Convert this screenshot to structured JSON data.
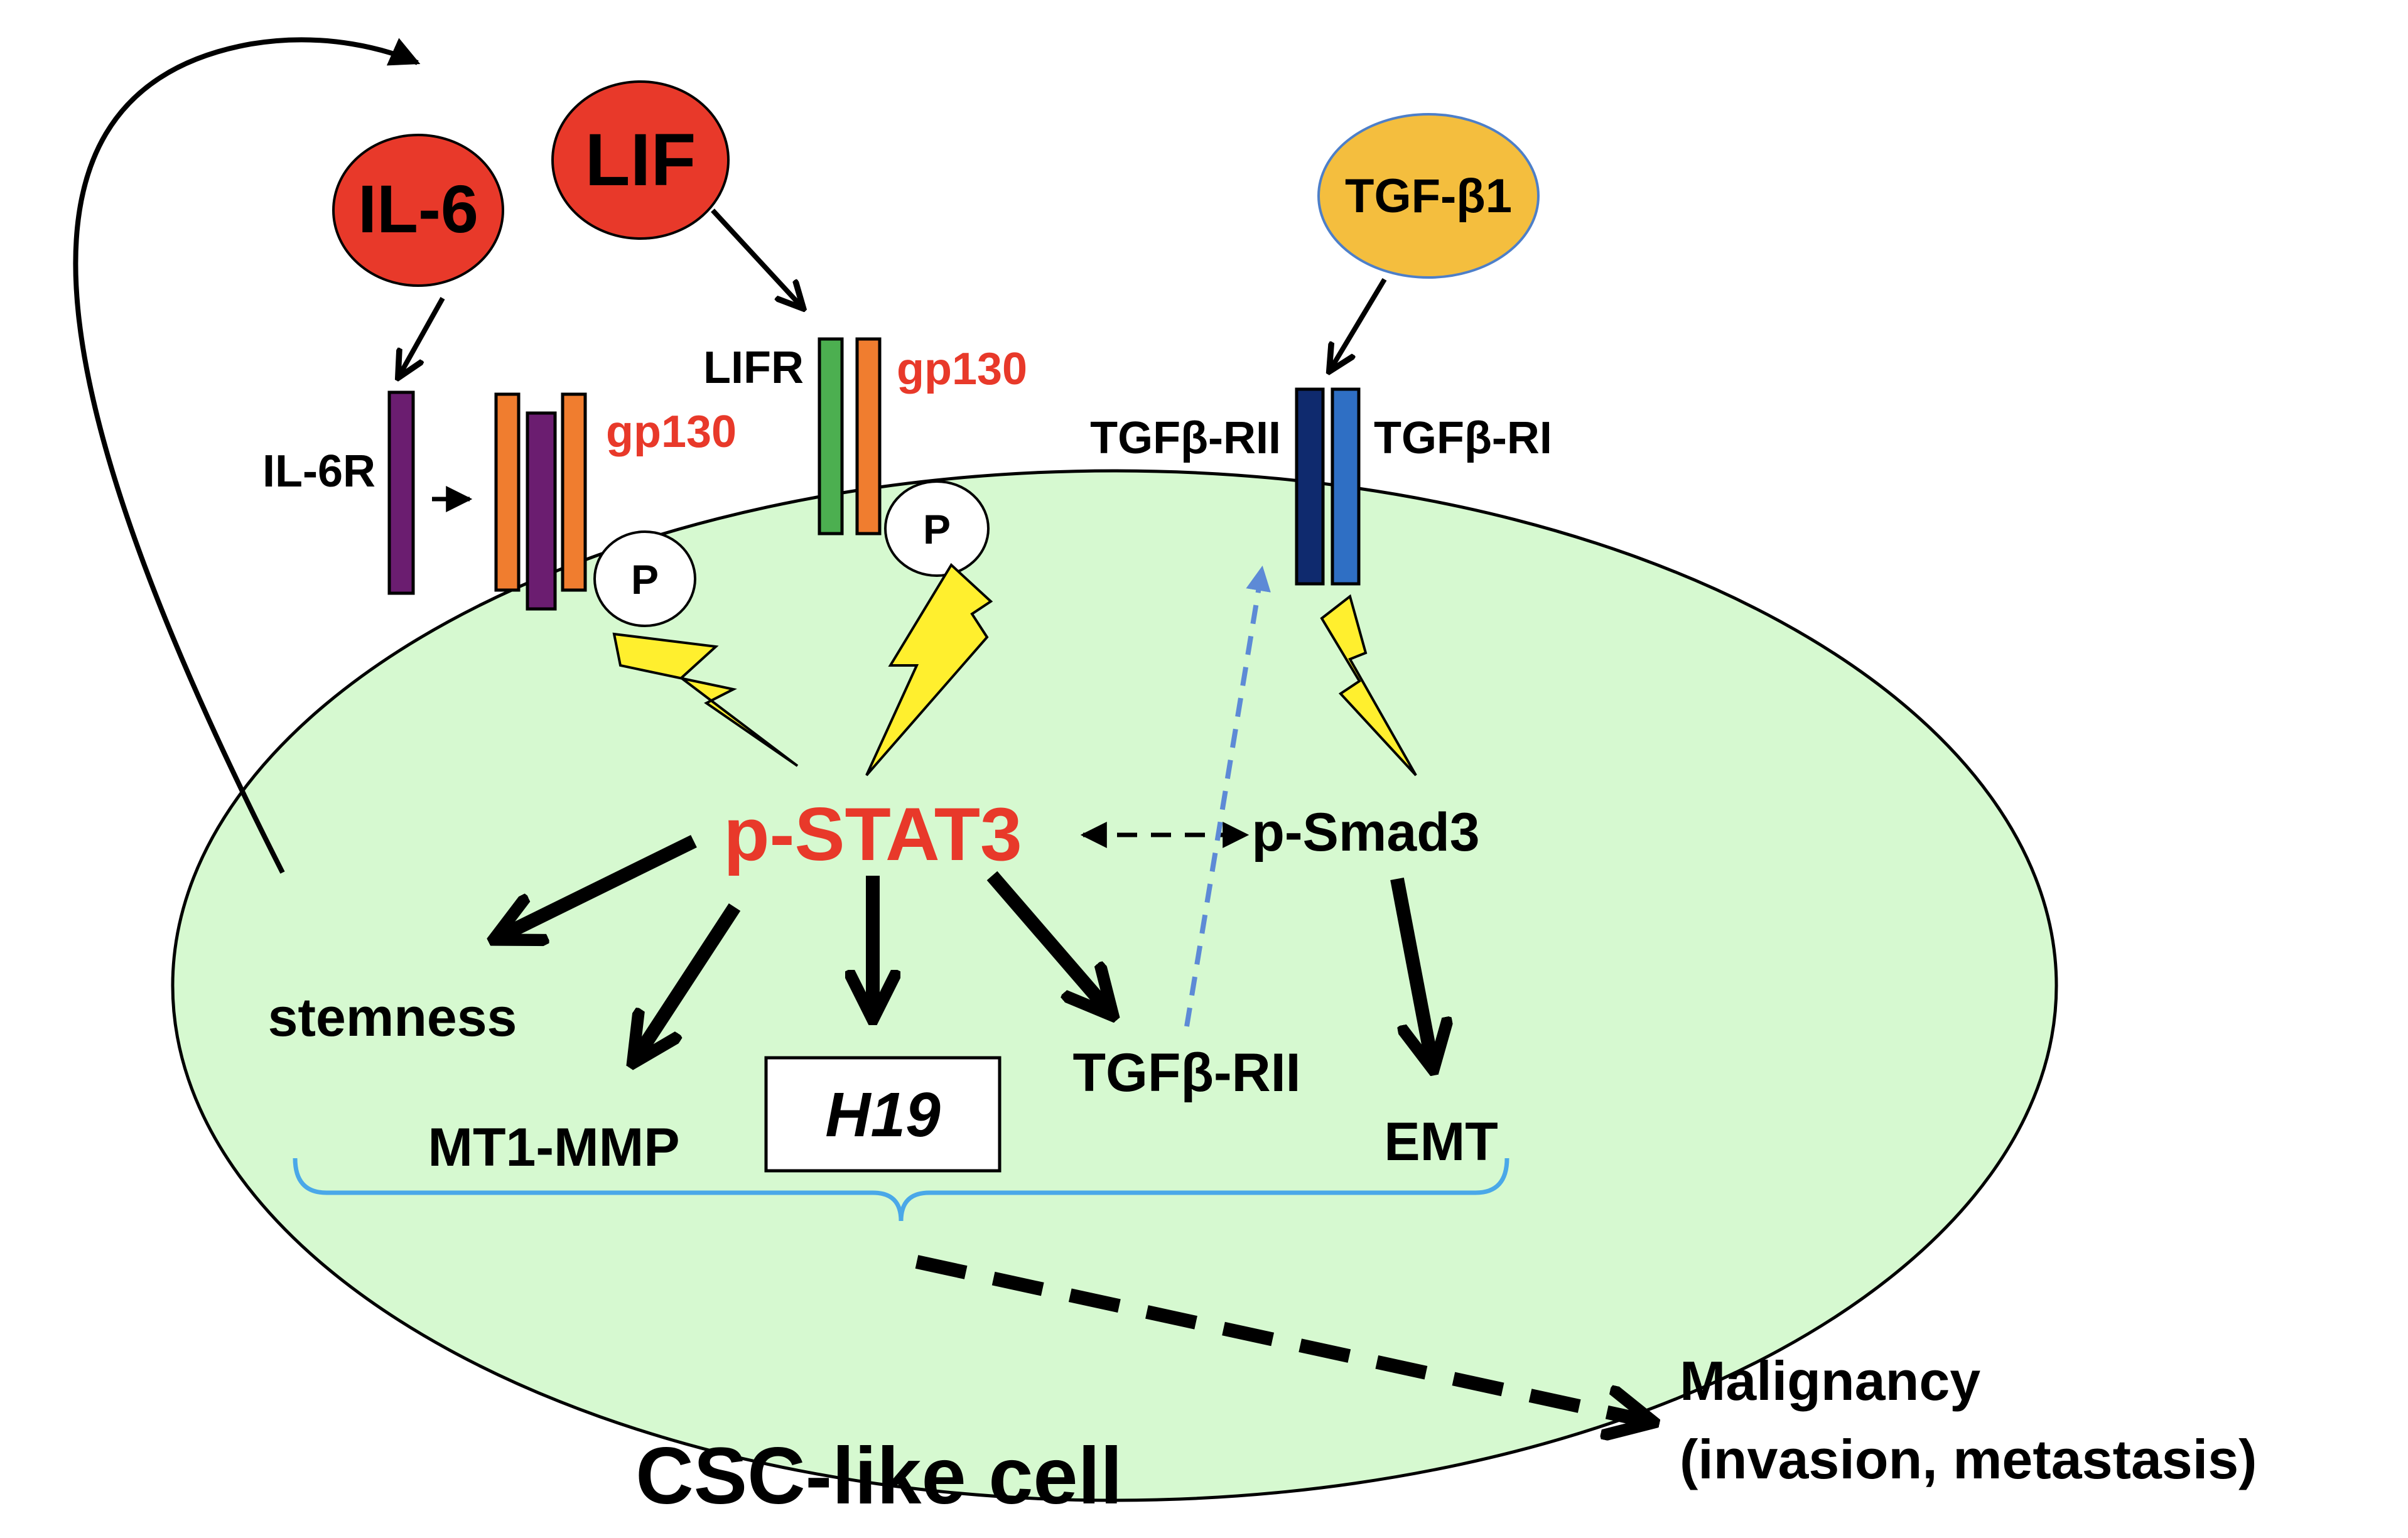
{
  "ligands": {
    "il6": "IL-6",
    "lif": "LIF",
    "tgfb1": "TGF-β1"
  },
  "receptors": {
    "il6r": "IL-6R",
    "gp130_left": "gp130",
    "lifr": "LIFR",
    "gp130_right": "gp130",
    "tgfb_rii": "TGFβ-RII",
    "tgfb_ri": "TGFβ-RI",
    "phospho_left": "P",
    "phospho_right": "P"
  },
  "nodes": {
    "pstat3": "p-STAT3",
    "psmad3": "p-Smad3",
    "stemness": "stemness",
    "mt1mmp": "MT1-MMP",
    "h19": "H19",
    "tgfb_rii_out": "TGFβ-RII",
    "emt": "EMT"
  },
  "cell_label": "CSC-like cell",
  "outcome": {
    "line1": "Malignancy",
    "line2": "(invasion, metastasis)"
  },
  "colors": {
    "cell_fill": "#d6f9d0",
    "red_ligand": "#e8392a",
    "tgf_ligand": "#f4be3e",
    "red_text": "#e8392a",
    "il6r_bar": "#6b1d70",
    "gp130_bar": "#f07d2f",
    "lifr_bar": "#4caf50",
    "tgfb_rii_bar": "#0f2a6e",
    "tgfb_ri_bar": "#2f6fc4",
    "lightning": "#ffef2e",
    "brace": "#4aa8e8",
    "dashed_blue": "#5d8ad6"
  }
}
